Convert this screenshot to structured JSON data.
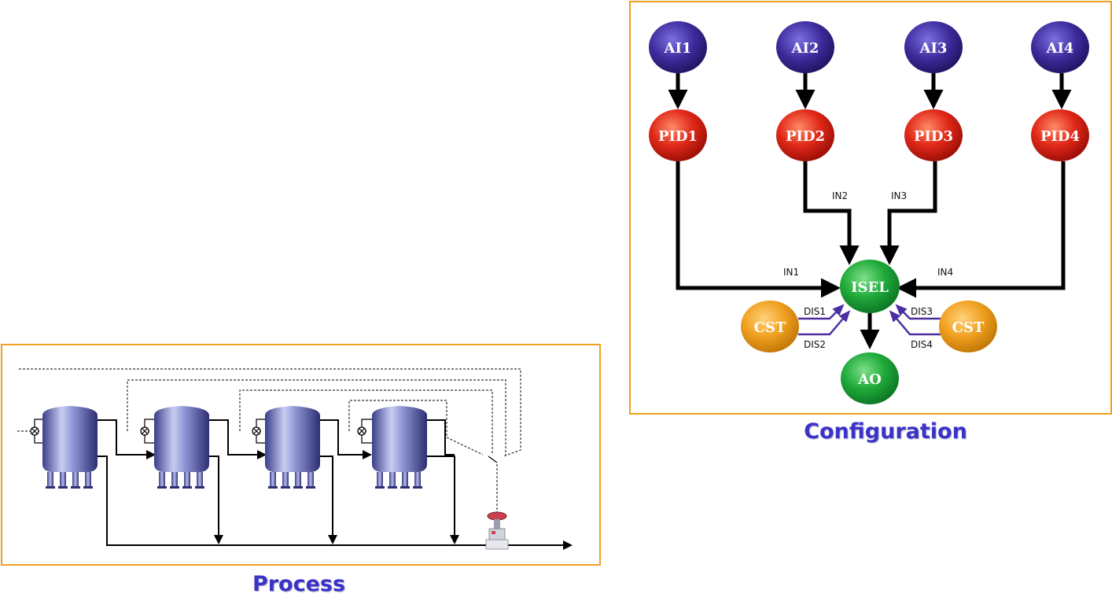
{
  "configuration": {
    "caption": "Configuration",
    "colors": {
      "input_block": "#3b2a9a",
      "pid_block": "#e02818",
      "selector_block": "#1faa3a",
      "constant_block": "#f0a020",
      "output_block": "#1faa3a",
      "discrete_link": "#4b2fa0",
      "panel_border": "#f0a020"
    },
    "nodes": {
      "ai1": "AI1",
      "ai2": "AI2",
      "ai3": "AI3",
      "ai4": "AI4",
      "pid1": "PID1",
      "pid2": "PID2",
      "pid3": "PID3",
      "pid4": "PID4",
      "isel": "ISEL",
      "cst_left": "CST",
      "cst_right": "CST",
      "ao": "AO"
    },
    "edge_labels": {
      "in1": "IN1",
      "in2": "IN2",
      "in3": "IN3",
      "in4": "IN4",
      "dis1": "DIS1",
      "dis2": "DIS2",
      "dis3": "DIS3",
      "dis4": "DIS4"
    }
  },
  "process": {
    "caption": "Process",
    "tank_count": 4
  }
}
